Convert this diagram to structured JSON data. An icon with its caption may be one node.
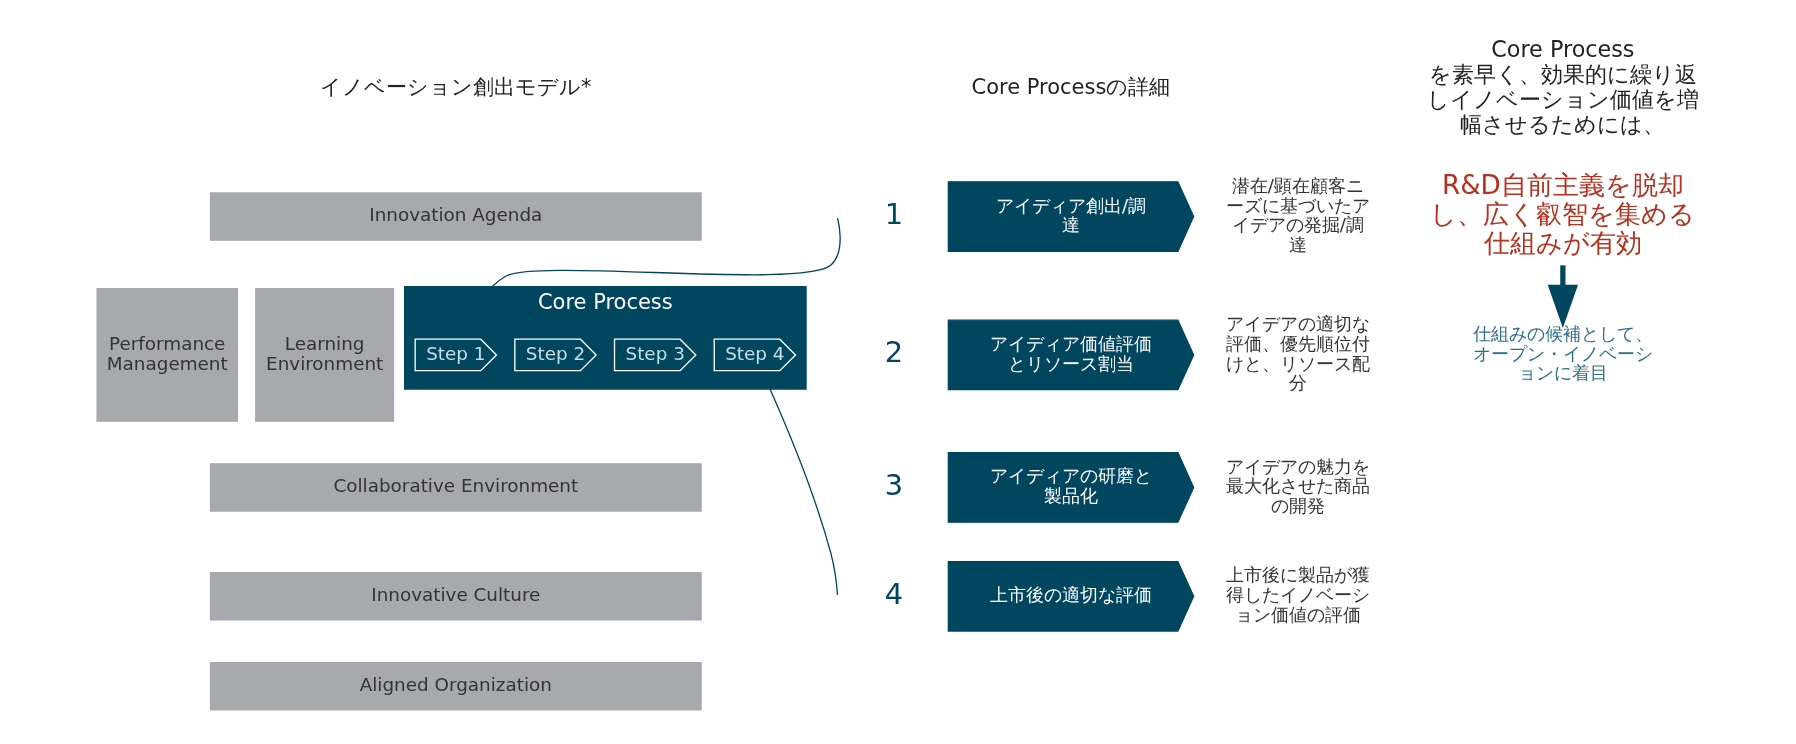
{
  "diagram": {
    "nodes": [
      {
        "text": [
          "Innovation Agenda"
        ]
      },
      {
        "text": [
          "Learning Environment"
        ]
      },
      {
        "text": [
          "Core Process"
        ]
      },
      {
        "text": [
          "Step 1"
        ],
        "in": 2
      },
      {
        "text": [
          "Step 2"
        ],
        "in": 2
      },
      {
        "text": [
          "Step 3"
        ],
        "in": 2
      },
      {
        "text": [
          "Step 4"
        ],
        "in": 2
      },
      {
        "text": [
          "Performance Management"
        ]
      },
      {
        "text": [
          "Collaborative Environment"
        ]
      },
      {
        "text": [
          "Innovative Culture"
        ]
      },
      {
        "text": [
          "Aligned Organization"
        ]
      },
      {
        "text": [
          "アイディア創出/調達"
        ],
        "beside": [
          "1",
          "潜在/顕在顧客ニーズに基づいたアイデアの発掘/調達"
        ]
      },
      {
        "text": [
          "アイディア価値評価とリソース割当"
        ],
        "beside": [
          "2",
          "アイデアの適切な評価、優先順位付けと、リソース配分"
        ]
      },
      {
        "text": [
          "アイディアの研磨と製品化"
        ],
        "beside": [
          "3",
          "アイデアの魅力を最大化させた商品の開発"
        ]
      },
      {
        "text": [
          "上市後の適切な評価"
        ],
        "beside": [
          "4",
          "上市後に製品が獲得したイノベーション価値の評価"
        ]
      },
      {
        "text": [
          "R&D自前主義を脱却し、広く叡智を集める仕組みが有効"
        ]
      },
      {
        "text": [
          "仕組みの候補として、オープン・イノベーションに着目"
        ]
      }
    ],
    "edges": [
      {
        "from": 2,
        "to": null,
        "arrow": "none"
      },
      {
        "from": 2,
        "to": null,
        "arrow": "none"
      },
      {
        "from": 15,
        "to": 16,
        "arrow": "to",
        "style": "thick"
      }
    ],
    "labels": [
      "イノベーション創出モデル*",
      "Core Processの詳細",
      "Core Processを素早く、効果的に繰り返しイノベーション価値を増幅させるためには、"
    ]
  }
}
